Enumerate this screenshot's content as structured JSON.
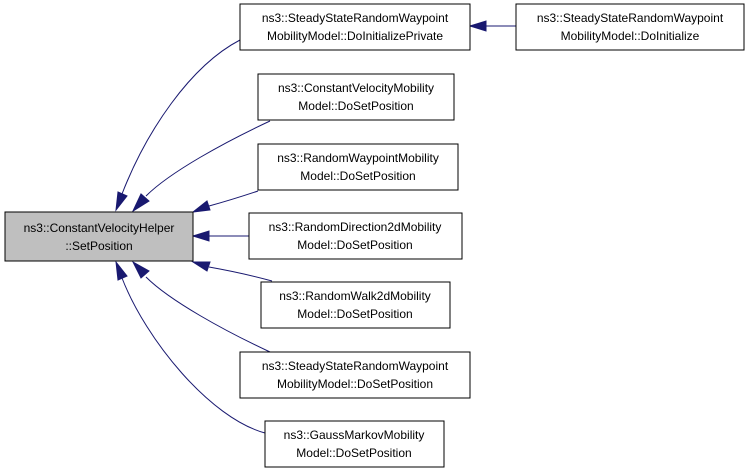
{
  "graph": {
    "focus": {
      "line1": "ns3::ConstantVelocityHelper",
      "line2": "::SetPosition"
    },
    "callers": [
      {
        "line1": "ns3::SteadyStateRandomWaypoint",
        "line2": "MobilityModel::DoInitializePrivate"
      },
      {
        "line1": "ns3::ConstantVelocityMobility",
        "line2": "Model::DoSetPosition"
      },
      {
        "line1": "ns3::RandomWaypointMobility",
        "line2": "Model::DoSetPosition"
      },
      {
        "line1": "ns3::RandomDirection2dMobility",
        "line2": "Model::DoSetPosition"
      },
      {
        "line1": "ns3::RandomWalk2dMobility",
        "line2": "Model::DoSetPosition"
      },
      {
        "line1": "ns3::SteadyStateRandomWaypoint",
        "line2": "MobilityModel::DoSetPosition"
      },
      {
        "line1": "ns3::GaussMarkovMobility",
        "line2": "Model::DoSetPosition"
      }
    ],
    "second_level": {
      "line1": "ns3::SteadyStateRandomWaypoint",
      "line2": "MobilityModel::DoInitialize"
    },
    "colors": {
      "edge": "#191970",
      "focus_fill": "#bfbfbf",
      "box_border": "#000000"
    }
  }
}
